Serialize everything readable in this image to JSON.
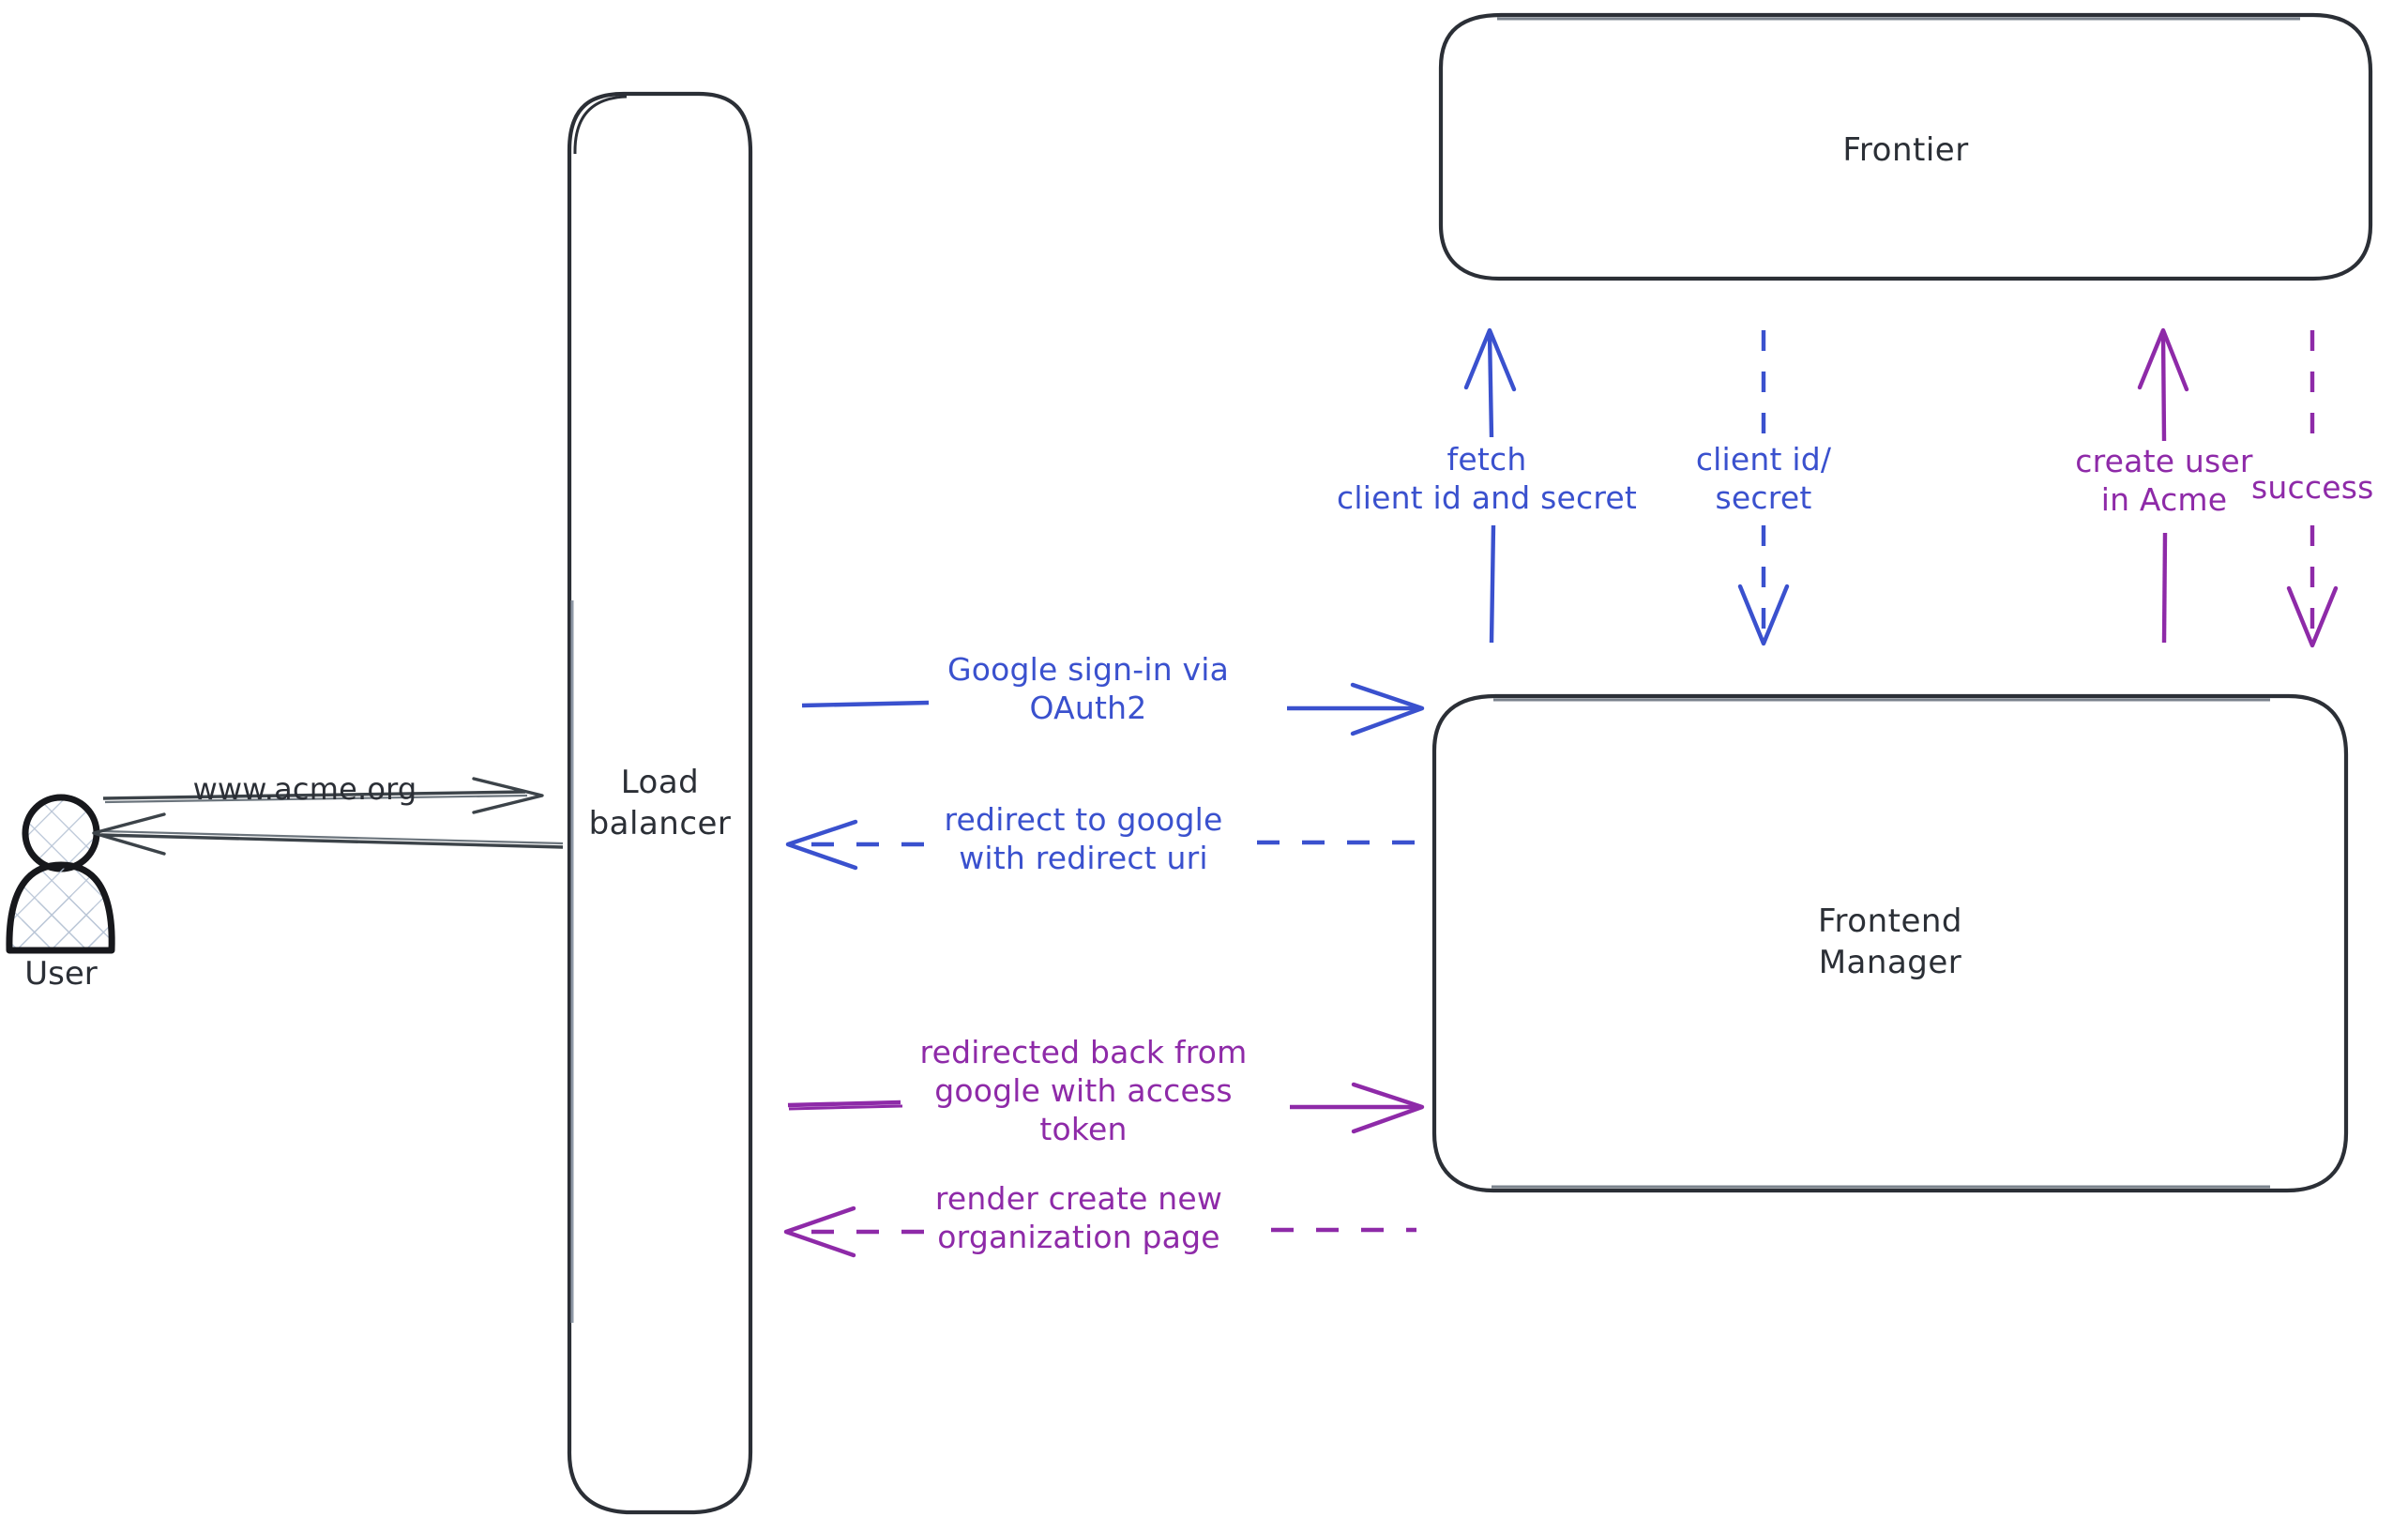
{
  "diagram": {
    "title": "Google OAuth2 sign-in sequence",
    "background": "#ffffff",
    "stroke_dark": "#2b2f36",
    "accent_blue": "#3a51ce",
    "accent_purple": "#8e2aa8"
  },
  "actors": [
    {
      "id": "user",
      "label": "User",
      "icon": "person-icon"
    }
  ],
  "nodes": [
    {
      "id": "load-balancer",
      "label": "Load\nbalancer"
    },
    {
      "id": "frontier",
      "label": "Frontier"
    },
    {
      "id": "frontend-manager",
      "label": "Frontend\nManager"
    }
  ],
  "edges": [
    {
      "id": "user-to-lb",
      "label": "www.acme.org",
      "color": "#2b2f36",
      "style": "solid",
      "direction": "right"
    },
    {
      "id": "lb-to-user",
      "label": "",
      "color": "#2b2f36",
      "style": "solid",
      "direction": "left"
    },
    {
      "id": "fm-to-frontier-fetch",
      "label": "fetch\nclient id and secret",
      "color": "#3a51ce",
      "style": "solid",
      "direction": "up"
    },
    {
      "id": "frontier-to-fm-credentials",
      "label": "client id/\nsecret",
      "color": "#3a51ce",
      "style": "dashed",
      "direction": "down"
    },
    {
      "id": "fm-to-frontier-create-user",
      "label": "create user\nin Acme",
      "color": "#8e2aa8",
      "style": "solid",
      "direction": "up"
    },
    {
      "id": "frontier-to-fm-success",
      "label": "success",
      "color": "#8e2aa8",
      "style": "dashed",
      "direction": "down"
    },
    {
      "id": "lb-to-fm-signin",
      "label": "Google sign-in via\nOAuth2",
      "color": "#3a51ce",
      "style": "solid",
      "direction": "right"
    },
    {
      "id": "fm-to-lb-redirect",
      "label": "redirect to google\nwith redirect uri",
      "color": "#3a51ce",
      "style": "dashed",
      "direction": "left"
    },
    {
      "id": "lb-to-fm-token",
      "label": "redirected back from\ngoogle with access\ntoken",
      "color": "#8e2aa8",
      "style": "solid",
      "direction": "right"
    },
    {
      "id": "fm-to-lb-render",
      "label": "render create new\norganization page",
      "color": "#8e2aa8",
      "style": "dashed",
      "direction": "left"
    }
  ]
}
